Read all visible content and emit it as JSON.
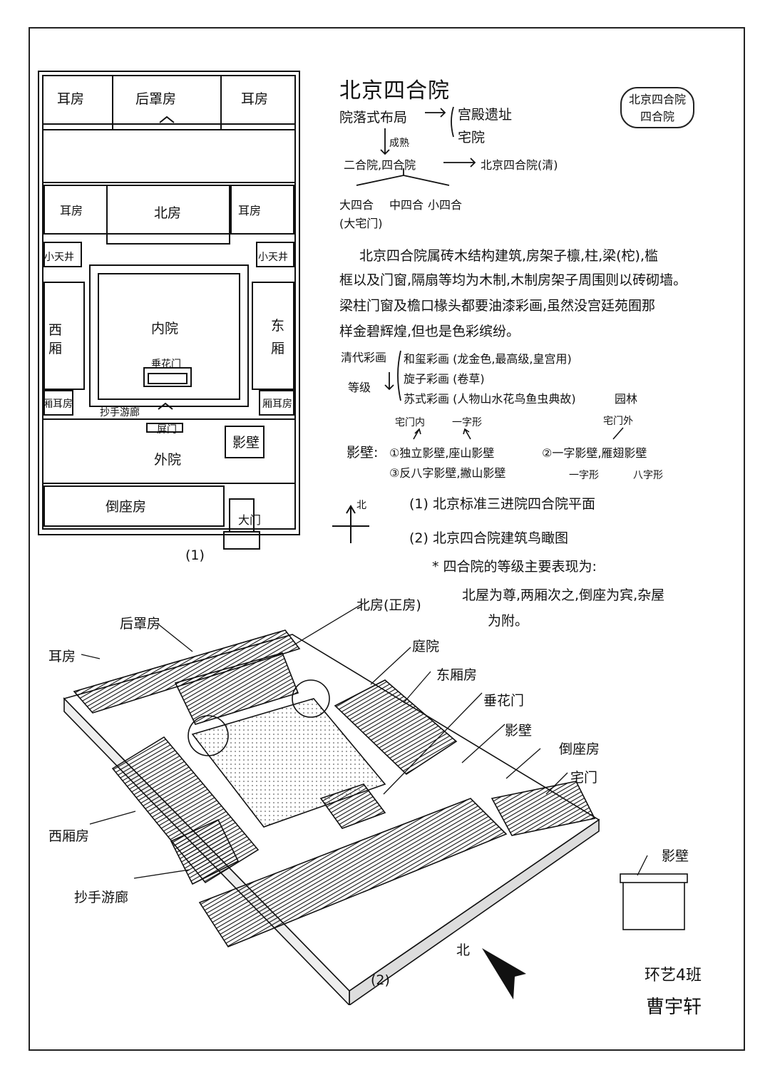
{
  "title": "北京四合院",
  "stamp": {
    "line1": "北京四合院",
    "line2": "四合院"
  },
  "plan": {
    "rooms": {
      "er_fang_left": "耳房",
      "hou_zhao_fang": "后罩房",
      "er_fang_right": "耳房",
      "er_fang_mid_left": "耳房",
      "bei_fang": "北房",
      "er_fang_mid_right": "耳房",
      "xiao_jing_left": "小天井",
      "xiao_jing_right": "小天井",
      "xi_xiang_1": "西",
      "xi_xiang_2": "厢",
      "nei_yuan": "内院",
      "dong_xiang_1": "东",
      "dong_xiang_2": "厢",
      "chui_hua_men": "垂花门",
      "xiang_er_left": "厢耳房",
      "xiang_er_right": "厢耳房",
      "chao_shou_you_lang": "抄手游廊",
      "ping_men": "屏门",
      "wai_yuan": "外院",
      "ying_bi": "影壁",
      "dao_zuo_fang": "倒座房",
      "da_men": "大门"
    },
    "caption": "(1)"
  },
  "layout_tree": {
    "layout_type": "院落式布局",
    "branch1": "宫殿遗址",
    "branch2": "宅院",
    "mature": "成熟",
    "two_courtyards": "二合院,四合院",
    "qing": "北京四合院(清)",
    "big": "大四合",
    "mid": "中四合",
    "small": "小四合",
    "big_note": "(大宅门)"
  },
  "paragraph": {
    "line1": "北京四合院属砖木结构建筑,房架子檩,柱,梁(柁),槛",
    "line2": "框以及门窗,隔扇等均为木制,木制房架子周围则以砖砌墙。",
    "line3": "梁柱门窗及檐口椽头都要油漆彩画,虽然没宫廷苑囿那",
    "line4": "样金碧辉煌,但也是色彩缤纷。"
  },
  "painting": {
    "label": "清代彩画",
    "grade": "等级",
    "item1": "和玺彩画 (龙金色,最高级,皇宫用)",
    "item2": "旋子彩画 (卷草)",
    "item3": "苏式彩画 (人物山水花鸟鱼虫典故)",
    "item3_note": "园林"
  },
  "screen_wall": {
    "label": "影壁:",
    "in_gate": "宅门内",
    "out_gate": "宅门外",
    "yizi": "一字形",
    "t1": "①独立影壁,座山影壁",
    "t2": "②一字影壁,雁翅影壁",
    "t3": "③反八字影壁,撇山影壁",
    "yizi2": "一字形",
    "bazi": "八字形"
  },
  "north_mark": "北",
  "legend": {
    "l1": "(1) 北京标准三进院四合院平面",
    "l2": "(2) 北京四合院建筑鸟瞰图",
    "note": "* 四合院的等级主要表现为:",
    "note2": "北屋为尊,两厢次之,倒座为宾,杂屋",
    "note3": "为附。"
  },
  "aerial": {
    "labels": {
      "hou_zhao": "后罩房",
      "bei_fang": "北房(正房)",
      "er_fang": "耳房",
      "ting_yuan": "庭院",
      "dong_xiang": "东厢房",
      "chui_hua": "垂花门",
      "ying_bi": "影壁",
      "dao_zuo": "倒座房",
      "zhai_men": "宅门",
      "xi_xiang": "西厢房",
      "chao_shou": "抄手游廊",
      "ying_bi_small": "影壁"
    },
    "north": "北",
    "caption": "(2)"
  },
  "signature": {
    "class": "环艺4班",
    "name": "曹宇轩"
  }
}
